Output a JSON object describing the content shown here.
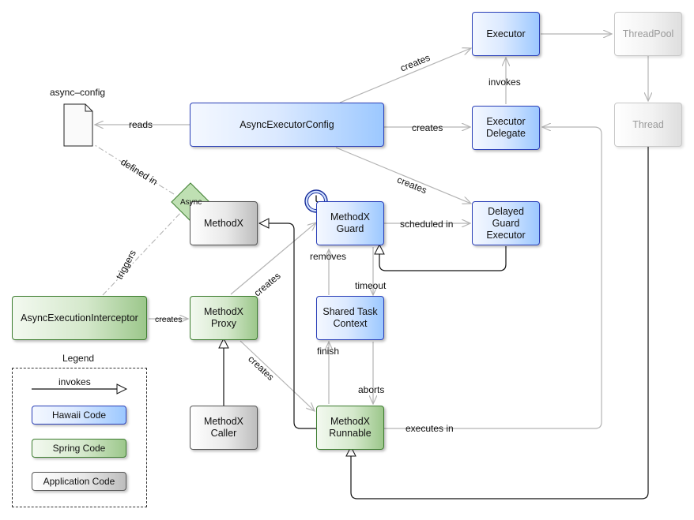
{
  "nodes": {
    "executor": "Executor",
    "threadpool": "ThreadPool",
    "thread": "Thread",
    "async_executor_config": "AsyncExecutorConfig",
    "executor_delegate": "Executor\nDelegate",
    "async_config_file": "async–config",
    "methodx": "MethodX",
    "async_badge": "Async",
    "methodx_guard": "MethodX\nGuard",
    "delayed_guard_executor": "Delayed\nGuard\nExecutor",
    "async_execution_interceptor": "AsyncExecutionInterceptor",
    "methodx_proxy": "MethodX\nProxy",
    "shared_task_context": "Shared Task\nContext",
    "methodx_caller": "MethodX\nCaller",
    "methodx_runnable": "MethodX\nRunnable"
  },
  "edges": {
    "creates_executor": "creates",
    "invokes": "invokes",
    "reads": "reads",
    "creates_delegate": "creates",
    "creates_delayed": "creates",
    "defined_in": "defined in",
    "scheduled_in": "scheduled in",
    "removes": "removes",
    "timeout": "timeout",
    "triggers": "triggers",
    "creates_proxy": "creates",
    "creates_guard": "creates",
    "finish": "finish",
    "creates_runnable": "creates",
    "aborts": "aborts",
    "executes_in": "executes in"
  },
  "legend": {
    "title": "Legend",
    "invokes": "invokes",
    "hawaii": "Hawaii Code",
    "spring": "Spring Code",
    "application": "Application Code"
  },
  "colors": {
    "hawaii_border": "#2a3fb8",
    "hawaii_fill": "#9cc8ff",
    "spring_border": "#3d7d2f",
    "spring_fill": "#9cc78b",
    "application_border": "#555555",
    "application_fill": "#bdbdbd",
    "edge_gray": "#b4b4b4",
    "edge_dark": "#111111"
  },
  "icons": {
    "clock": "clock-icon",
    "document": "document-icon"
  }
}
